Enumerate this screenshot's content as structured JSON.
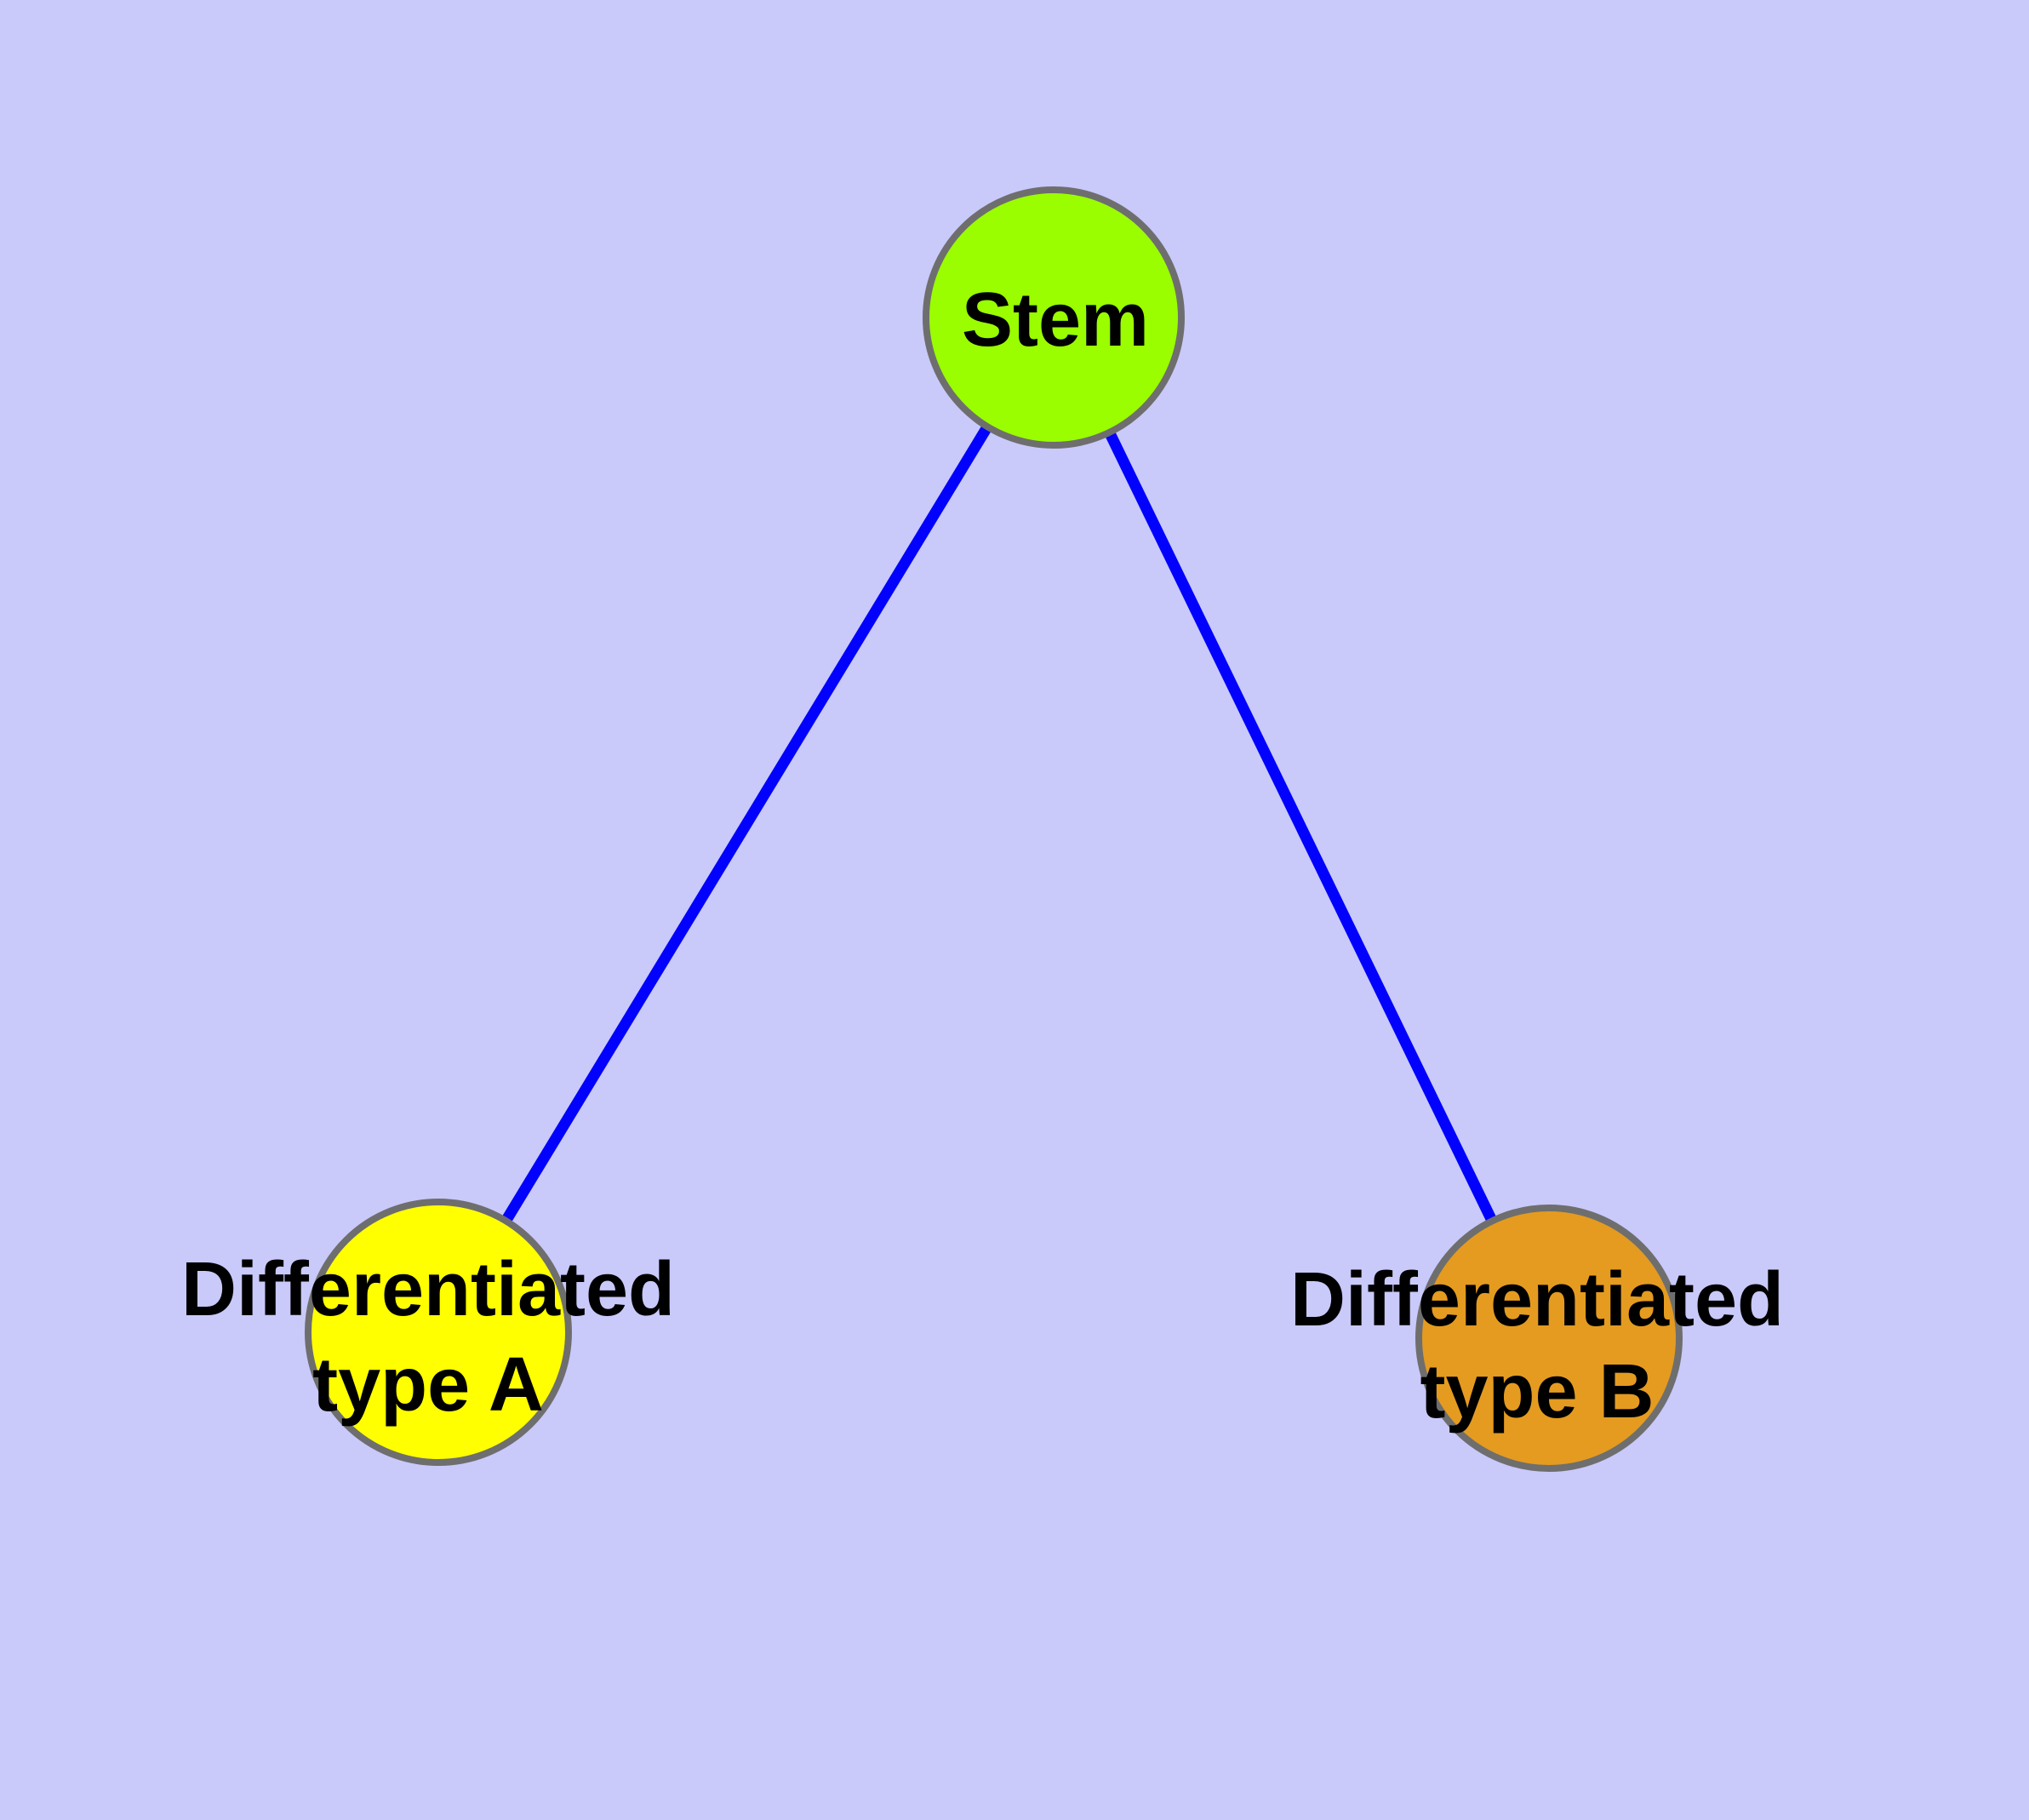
{
  "diagram": {
    "type": "node-link-graph",
    "background_color": "#C9C9FA",
    "node_border_color": "#6E6E6E",
    "edge_color": "#0101FD",
    "label_text_color": "#000000",
    "nodes": [
      {
        "id": "stem",
        "label": "Stem",
        "fill": "#9AFE00"
      },
      {
        "id": "differentiated-type-a",
        "label": "Differentiated type A",
        "label_line1": "Differentiated",
        "label_line2": "type A",
        "fill": "#FFFF00"
      },
      {
        "id": "differentiated-type-b",
        "label": "Differentiated type B",
        "label_line1": "Differentiated",
        "label_line2": "type B",
        "fill": "#E49B20"
      }
    ],
    "edges": [
      {
        "from": "Stem",
        "to": "Differentiated type A"
      },
      {
        "from": "Stem",
        "to": "Differentiated type B"
      }
    ]
  }
}
